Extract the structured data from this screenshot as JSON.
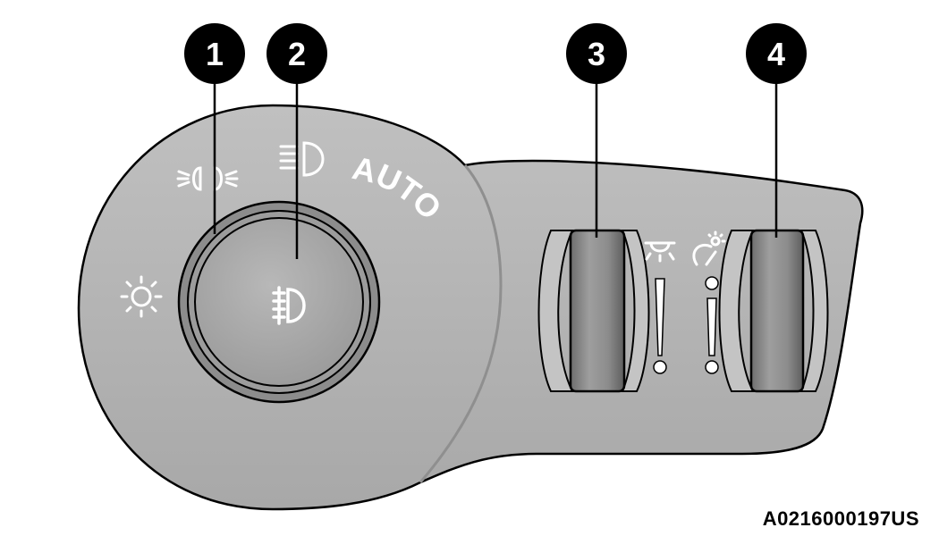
{
  "callouts": [
    {
      "num": "1"
    },
    {
      "num": "2"
    },
    {
      "num": "3"
    },
    {
      "num": "4"
    }
  ],
  "labels": {
    "auto": "AUTO"
  },
  "icons": {
    "parking_lights": "parking-lights-icon",
    "low_beam": "low-beam-icon",
    "high_beam": "high-beam-icon",
    "front_fog": "front-fog-light-icon",
    "interior_lamp": "interior-lamp-icon",
    "dash_dimmer": "dashboard-dimmer-icon"
  },
  "figure_id": "A0216000197US",
  "colors": {
    "housing": "#b4b4b4",
    "housing_shadow": "#8f8f8f",
    "knob": "#a8a8a8",
    "wheel": "#8a8a8a",
    "ink": "#000000",
    "icon_white": "#ffffff"
  }
}
